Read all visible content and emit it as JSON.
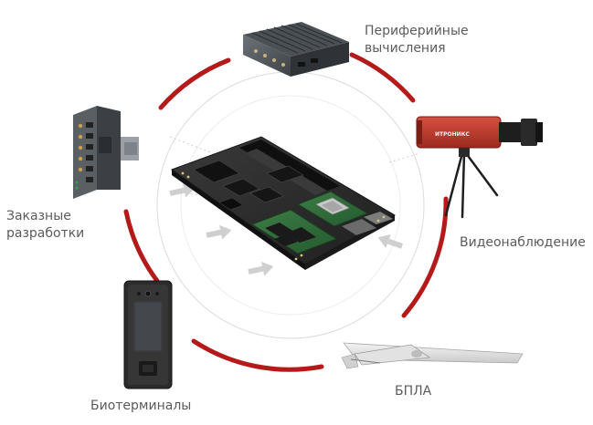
{
  "colors": {
    "ring": "#b41a1a",
    "thin_circle": "#d9d9d9",
    "label": "#5b5b5b",
    "board_green": "#2f6b3a",
    "board_dark": "#2b2b2b",
    "camera_red": "#c23a2c",
    "arrow": "#cfcfcf"
  },
  "labels": {
    "peripheral": [
      "Периферийные",
      "вычисления"
    ],
    "video": "Видеонаблюдение",
    "uav": "БПЛА",
    "bio": "Биотерминалы",
    "custom": [
      "Заказные",
      "разработки"
    ]
  },
  "images": {
    "center": "central-computer-module-board",
    "top": "fanless-edge-computer-box",
    "right": "video-camera-on-tripod",
    "bottom_right": "fixed-wing-uav",
    "bottom_left": "biometric-terminal",
    "left": "industrial-din-rail-device"
  },
  "logos": {
    "camera_brand": "ИТРОНИКС"
  }
}
